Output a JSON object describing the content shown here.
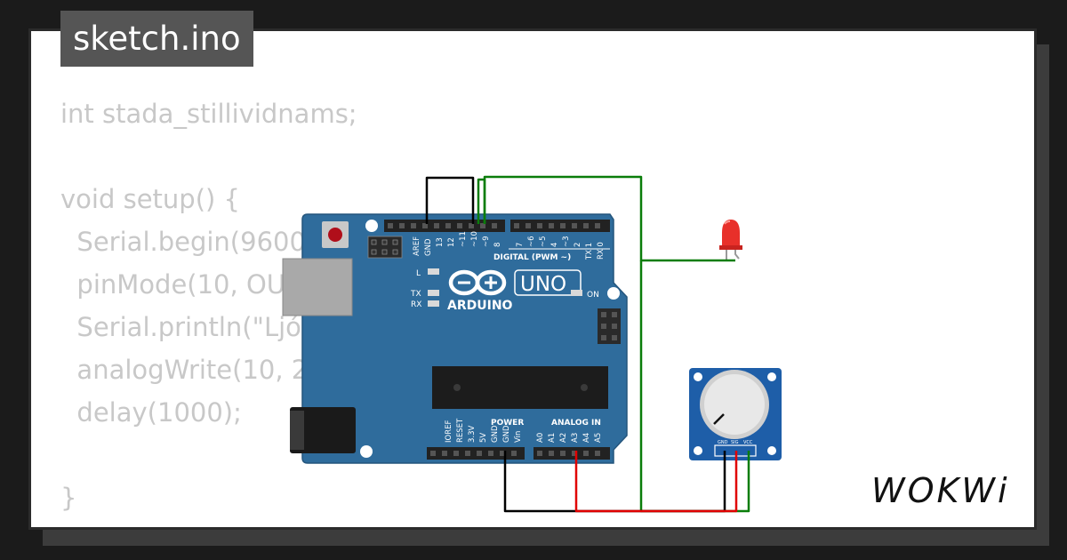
{
  "file_tab": "sketch.ino",
  "code_lines": [
    "int stada_stillividnams;",
    "",
    "void setup() {",
    "  Serial.begin(9600",
    "  pinMode(10, OU",
    "  Serial.println(\"Ljó",
    "  analogWrite(10, 2",
    "  delay(1000);",
    "",
    "}"
  ],
  "arduino": {
    "header_top_labels": [
      "AREF",
      "GND",
      "13",
      "12",
      "~11",
      "~10",
      "~9",
      "8",
      "7",
      "~6",
      "~5",
      "4",
      "~3",
      "2",
      "TX 1",
      "RX 0"
    ],
    "digital_label": "DIGITAL (PWM ~)",
    "model": "UNO",
    "brand": "ARDUINO",
    "led_l": "L",
    "led_tx": "TX",
    "led_rx": "RX",
    "on_label": "ON",
    "power_label": "POWER",
    "analog_label": "ANALOG IN",
    "power_pins": [
      "IOREF",
      "RESET",
      "3.3V",
      "5V",
      "GND",
      "GND",
      "Vin"
    ],
    "analog_pins": [
      "A0",
      "A1",
      "A2",
      "A3",
      "A4",
      "A5"
    ]
  },
  "potentiometer": {
    "pins": [
      "GND",
      "SIG",
      "VCC"
    ]
  },
  "wire_colors": {
    "black": "#000000",
    "green": "#0a7d0a",
    "red": "#e00000"
  },
  "brand_colors": {
    "board": "#2f6c9c",
    "led": "#e8302a",
    "pot_board": "#1e5ea8"
  },
  "logo_text": "WOKWi"
}
